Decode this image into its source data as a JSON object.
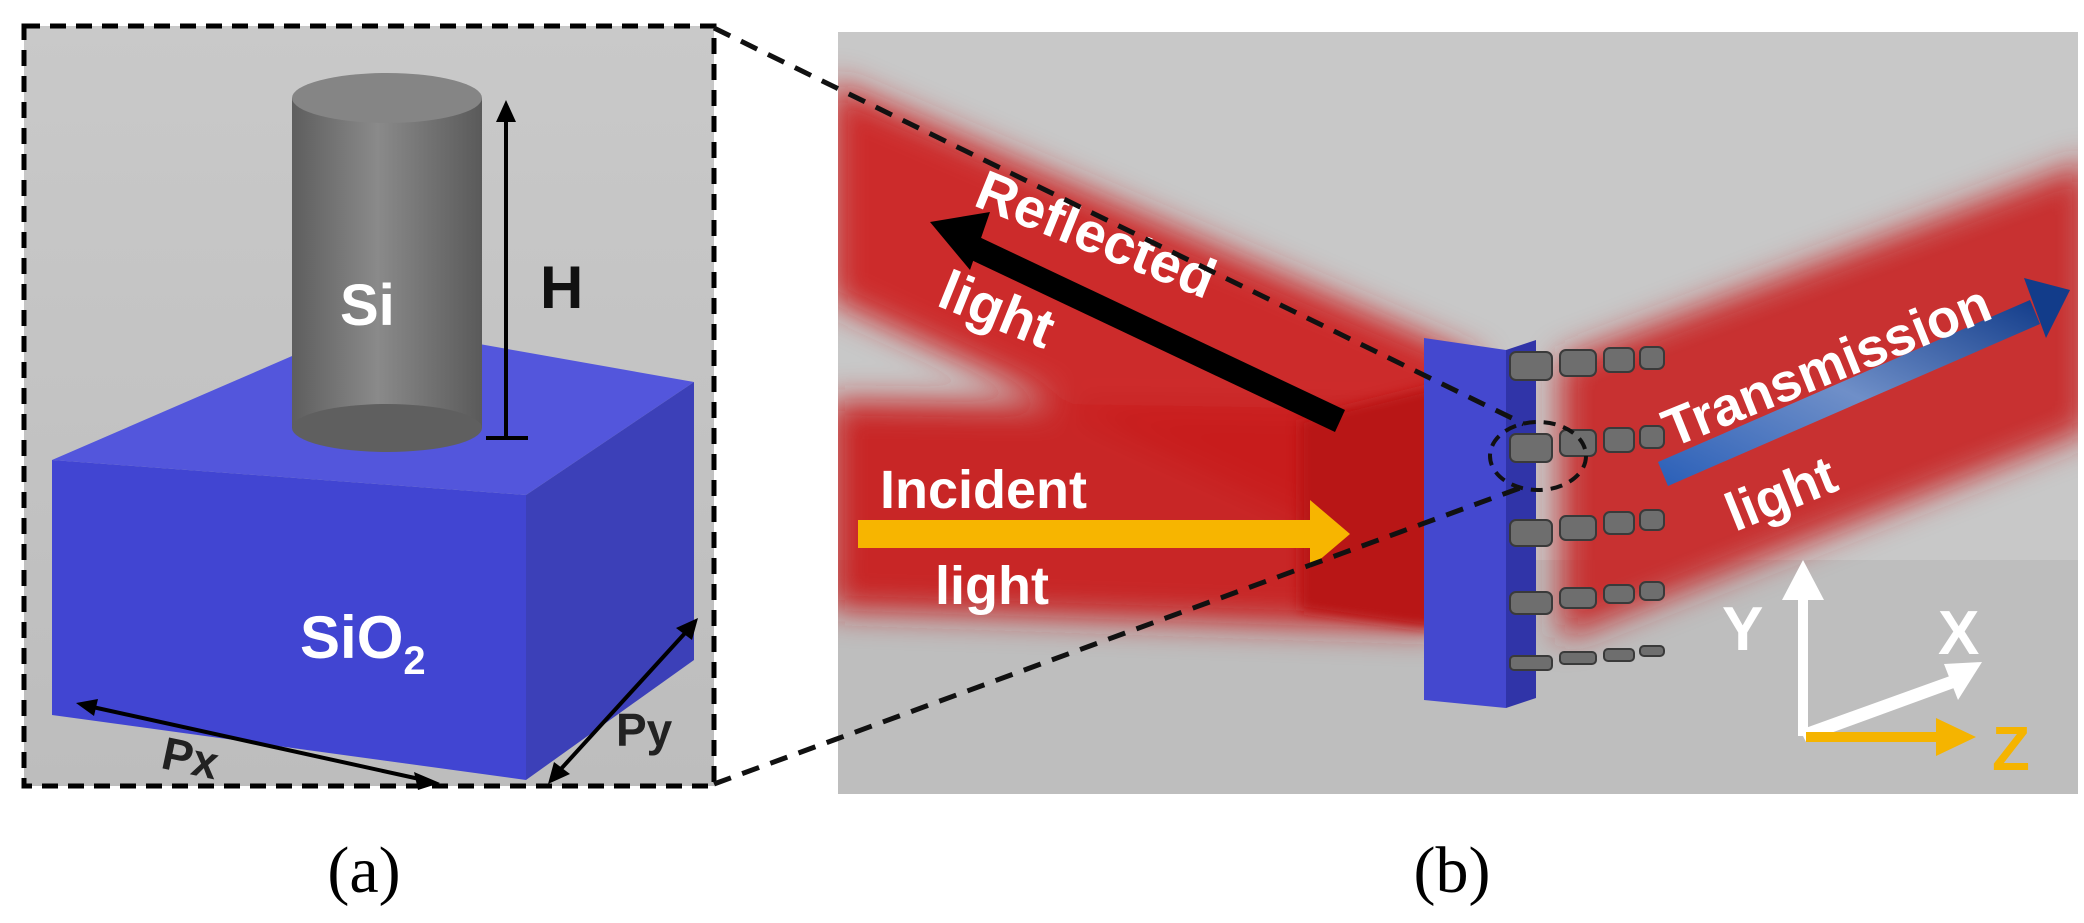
{
  "panel_a": {
    "pillar_label": "Si",
    "height_label": "H",
    "substrate_label": "SiO",
    "substrate_subscript": "2",
    "px_label": "Px",
    "py_label": "Py",
    "caption": "(a)"
  },
  "panel_b": {
    "reflected_label_1": "Reflected",
    "reflected_label_2": "light",
    "incident_label_1": "Incident",
    "incident_label_2": "light",
    "transmission_label_1": "Transmission",
    "transmission_label_2": "light",
    "axis_y": "Y",
    "axis_x": "X",
    "axis_z": "Z",
    "caption": "(b)"
  },
  "colors": {
    "background_gray": "#c4c4c4",
    "beam_red": "#cc2020",
    "substrate_blue": "#4a4fd6",
    "pillar_gray": "#7a7a7a",
    "incident_arrow": "#f5b400",
    "reflected_arrow": "#000000",
    "transmission_arrow": "#2255aa",
    "axis_white": "#ffffff",
    "axis_z": "#f5b400"
  }
}
